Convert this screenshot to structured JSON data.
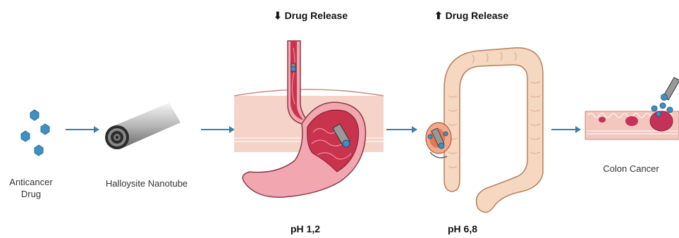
{
  "stages": {
    "drug": {
      "label_line1": "Anticancer",
      "label_line2": "Drug"
    },
    "nanotube": {
      "label": "Halloysite Nanotube"
    },
    "stomach": {
      "header_arrow": "⬇",
      "header": "Drug Release",
      "ph": "pH 1,2"
    },
    "colon": {
      "header_arrow": "⬆",
      "header": "Drug Release",
      "ph": "pH 6,8"
    },
    "cancer": {
      "label": "Colon Cancer"
    }
  },
  "colors": {
    "arrow": "#3d7fa6",
    "hexagon": "#3f8fc2",
    "tissue": "#f2c7bd",
    "stomach_wall": "#f1a6b0",
    "stomach_inner": "#c9334d",
    "colon": "#f6d7c0",
    "tumor": "#c4325a"
  }
}
